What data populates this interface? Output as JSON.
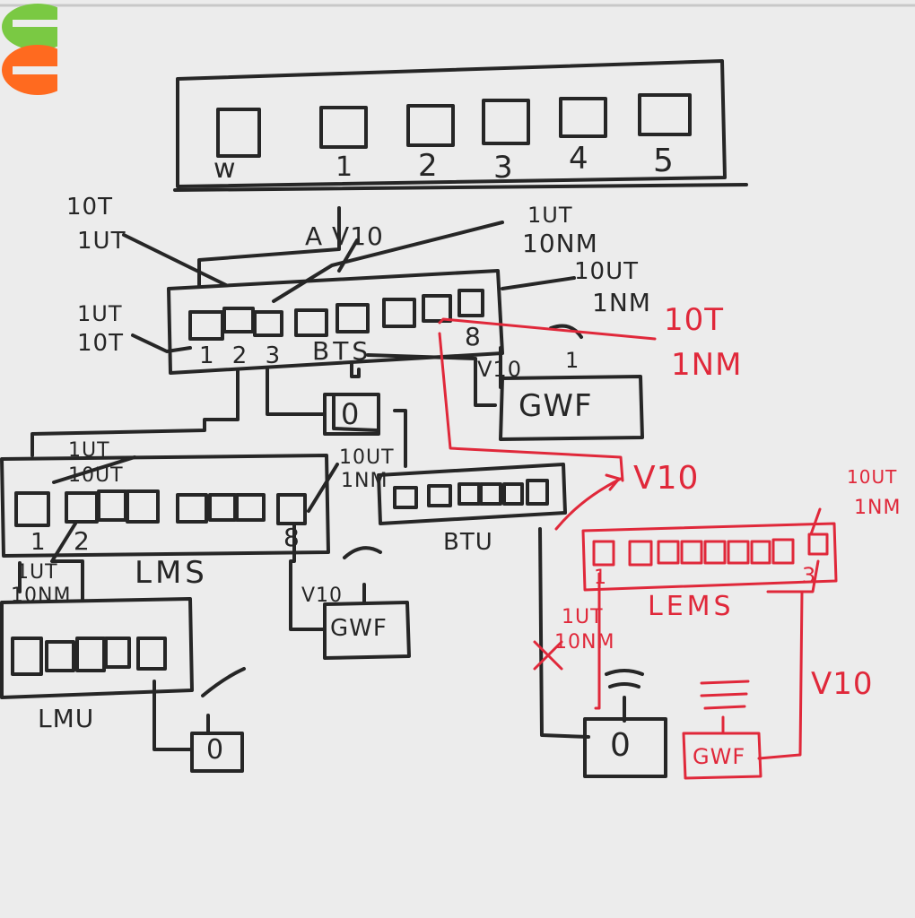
{
  "colors": {
    "board": "#ececec",
    "ink_black": "#262626",
    "ink_red": "#e0283a",
    "magnet_green": "#7ac943",
    "magnet_orange": "#ff6a1f"
  },
  "top_panel": {
    "ports": [
      "w",
      "1",
      "2",
      "3",
      "4",
      "5"
    ]
  },
  "labels": {
    "a_v10": "A V10",
    "t10_ut1_a": "10T",
    "t10_ut1_b": "1UT",
    "ut1_nm10_a": "1UT",
    "ut1_nm10_b": "10NM",
    "ut10_nm1_a": "10UT",
    "ut10_nm1_b": "1NM",
    "ut1_t10_a": "1UT",
    "ut1_t10_b": "10T",
    "bts_ports": "1 2 3",
    "bts_name": "BTS",
    "bts_port8": "8",
    "v10_gwf_top": "V10",
    "gwf_top_1": "1",
    "gwf_top": "GWF",
    "bts_zero": "0",
    "lms_ut": "1UT",
    "lms_out": "10UT",
    "out10_nm1_a": "10UT",
    "out10_nm1_b": "1NM",
    "lms_p1": "1",
    "lms_p2": "2",
    "lms_p8": "8",
    "lms_name": "LMS",
    "ut1_nm10_left_a": "1UT",
    "ut1_nm10_left_b": "10NM",
    "v10_mid": "V10",
    "gwf_mid": "GWF",
    "btu_name": "BTU",
    "lmu_name": "LMU",
    "lmu_zero": "0",
    "btu_zero": "0",
    "red_t10": "10T",
    "red_nm1": "1NM",
    "red_v10": "V10",
    "red_out10": "10UT",
    "red_nm1_b": "1NM",
    "red_p1": "1",
    "red_p3": "3",
    "red_lems": "LEMS",
    "red_ut1": "1UT",
    "red_nm10": "10NM",
    "red_v10_right": "V10",
    "red_gwf": "GWF"
  }
}
